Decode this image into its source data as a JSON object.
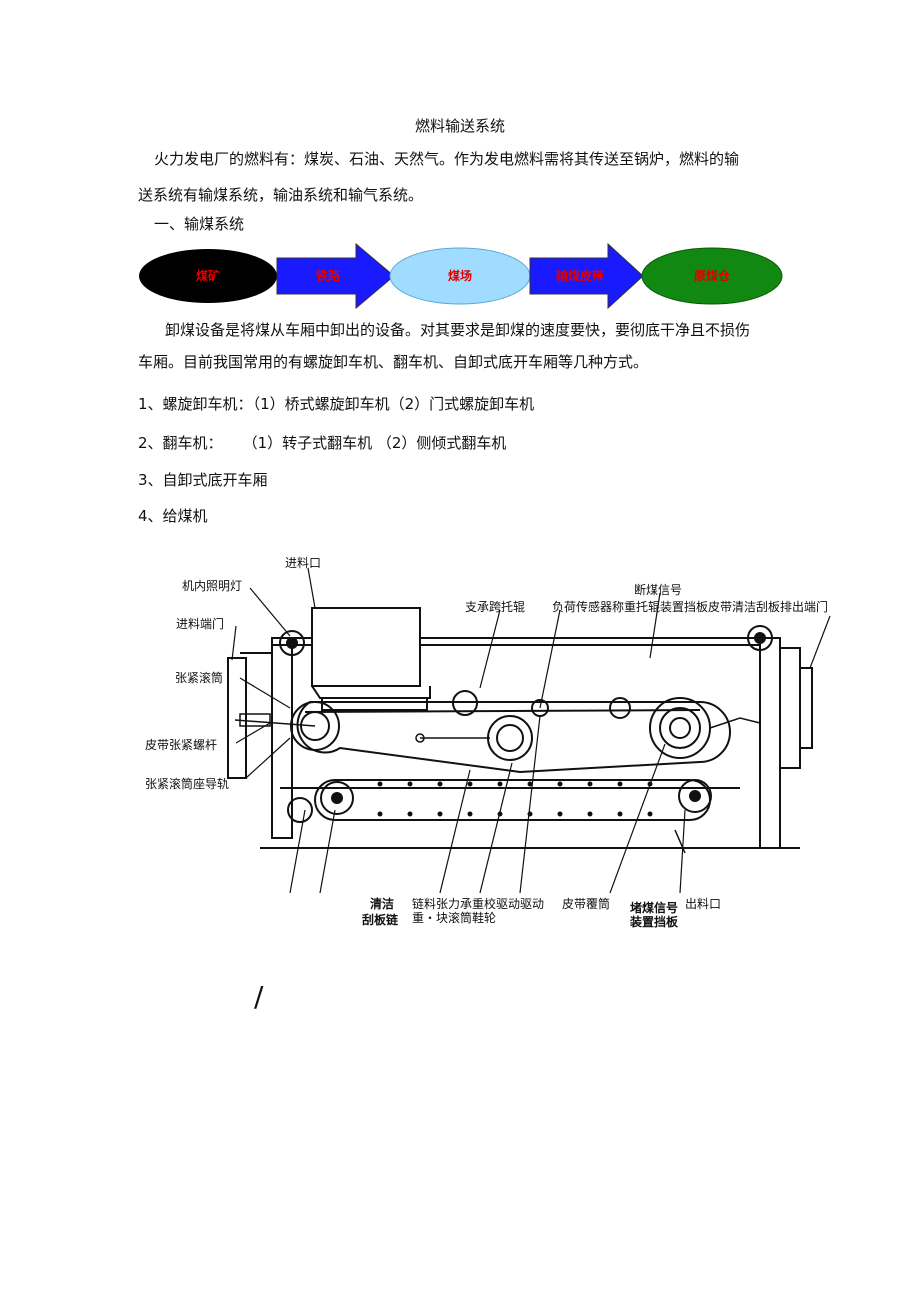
{
  "document": {
    "title": "燃料输送系统",
    "intro_line1": "火力发电厂的燃料有：煤炭、石油、天然气。作为发电燃料需将其传送至锅炉，燃料的输",
    "intro_line2": "送系统有输煤系统，输油系统和输气系统。",
    "section1_heading": "一、输煤系统",
    "flow": {
      "steps": [
        "煤矿",
        "铁路",
        "煤场",
        "输煤皮带",
        "原煤仓"
      ],
      "colors": [
        "#000000",
        "#1a1aff",
        "#a0dcff",
        "#1a1aff",
        "#118811"
      ]
    },
    "para_line1": "卸煤设备是将煤从车厢中卸出的设备。对其要求是卸煤的速度要快，要彻底干净且不损伤",
    "para_line2": "车厢。目前我国常用的有螺旋卸车机、翻车机、自卸式底开车厢等几种方式。",
    "list": [
      {
        "num": "1、",
        "text": "螺旋卸车机：",
        "detail": "（1）桥式螺旋卸车机（2）门式螺旋卸车机"
      },
      {
        "num": "2、",
        "text": "翻车机：",
        "detail": "（1）转子式翻车机 （2）侧倾式翻车机"
      },
      {
        "num": "3、",
        "text": "自卸式底开车厢",
        "detail": ""
      },
      {
        "num": "4、",
        "text": "给煤机",
        "detail": ""
      }
    ],
    "diagram_labels": {
      "inlet": "进料口",
      "lamp": "机内照明灯",
      "inlet_door": "进料端门",
      "tension_drum": "张紧滚筒",
      "tension_screw": "皮带张紧螺杆",
      "drum_seat_rail": "张紧滚筒座导轨",
      "break_signal": "断煤信号",
      "support_idler": "支承跨托辊",
      "top_row": "负荷传感器称重托辊装置挡板皮带清洁刮板排出端门",
      "bottom_a": "清洁",
      "bottom_a2": "刮板链",
      "bottom_b": "链料张力承重校驱动驱动",
      "bottom_b2": "重・块滚筒鞋轮",
      "bottom_c": "皮带覆筒",
      "bottom_d": "堵煤信号",
      "bottom_d2": "装置挡板",
      "outlet": "出料口"
    },
    "stray_mark": "/"
  }
}
